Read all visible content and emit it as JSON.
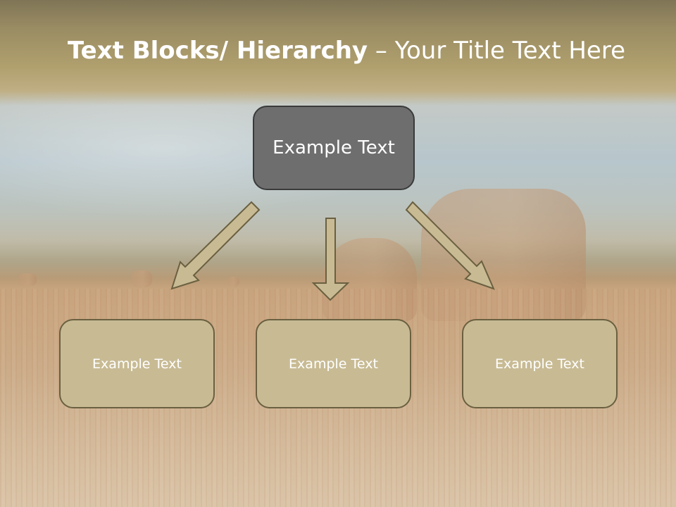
{
  "slide": {
    "title_bold": "Text Blocks/ Hierarchy",
    "title_rest": " – Your Title Text Here"
  },
  "diagram": {
    "root": {
      "label": "Example Text"
    },
    "children": [
      {
        "label": "Example Text"
      },
      {
        "label": "Example Text"
      },
      {
        "label": "Example Text"
      }
    ]
  },
  "colors": {
    "root_fill": "#6e6e6e",
    "child_fill": "#c8bb94",
    "outline": "#6a6040",
    "title_text": "#ffffff"
  }
}
